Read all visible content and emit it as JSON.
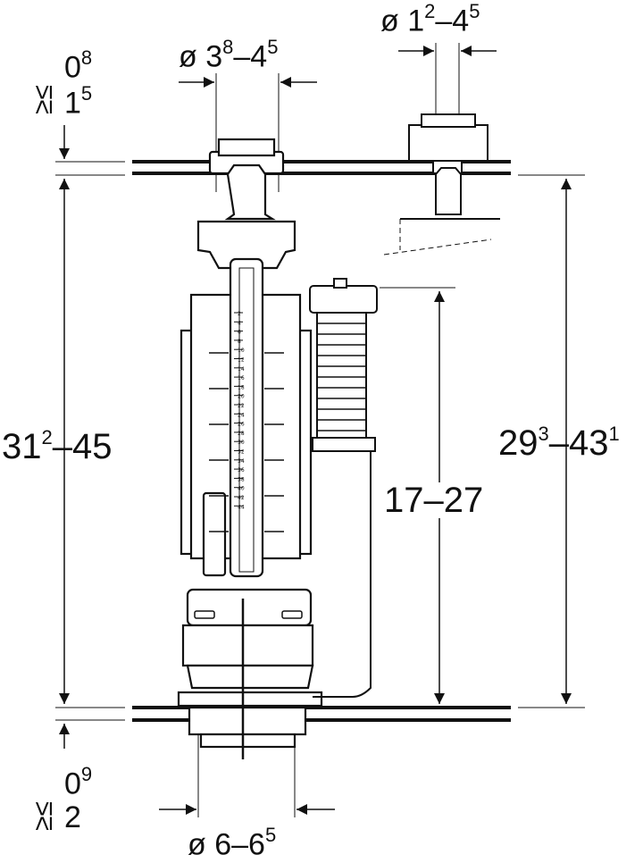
{
  "labels": {
    "top_pipe_diameter": {
      "prefix": "ø 3",
      "sup1": "8",
      "dash": "–4",
      "sup2": "5"
    },
    "top_right_diameter": {
      "prefix": "ø 1",
      "sup1": "2",
      "dash": "–4",
      "sup2": "5"
    },
    "top_left_tolerance": {
      "sym": "≥≤",
      "a": "0",
      "a_sup": "8",
      "b": "1",
      "b_sup": "5"
    },
    "left_height": {
      "main": "31",
      "sup": "2",
      "rest": "–45"
    },
    "right_height": {
      "main": "29",
      "sup": "3",
      "rest": "–43",
      "sup2": "1"
    },
    "mid_height": "17–27",
    "bottom_left_tolerance": {
      "sym": "≥≤",
      "a": "0",
      "a_sup": "9",
      "b": "2"
    },
    "bottom_diameter": {
      "prefix": "ø 6–6",
      "sup": "5"
    }
  },
  "scale_marks": [
    "2",
    "4",
    "6",
    "8",
    "10",
    "12",
    "14",
    "16",
    "18",
    "20",
    "22",
    "24",
    "26",
    "28",
    "30",
    "32",
    "34",
    "36",
    "38",
    "40",
    "42",
    "44"
  ]
}
